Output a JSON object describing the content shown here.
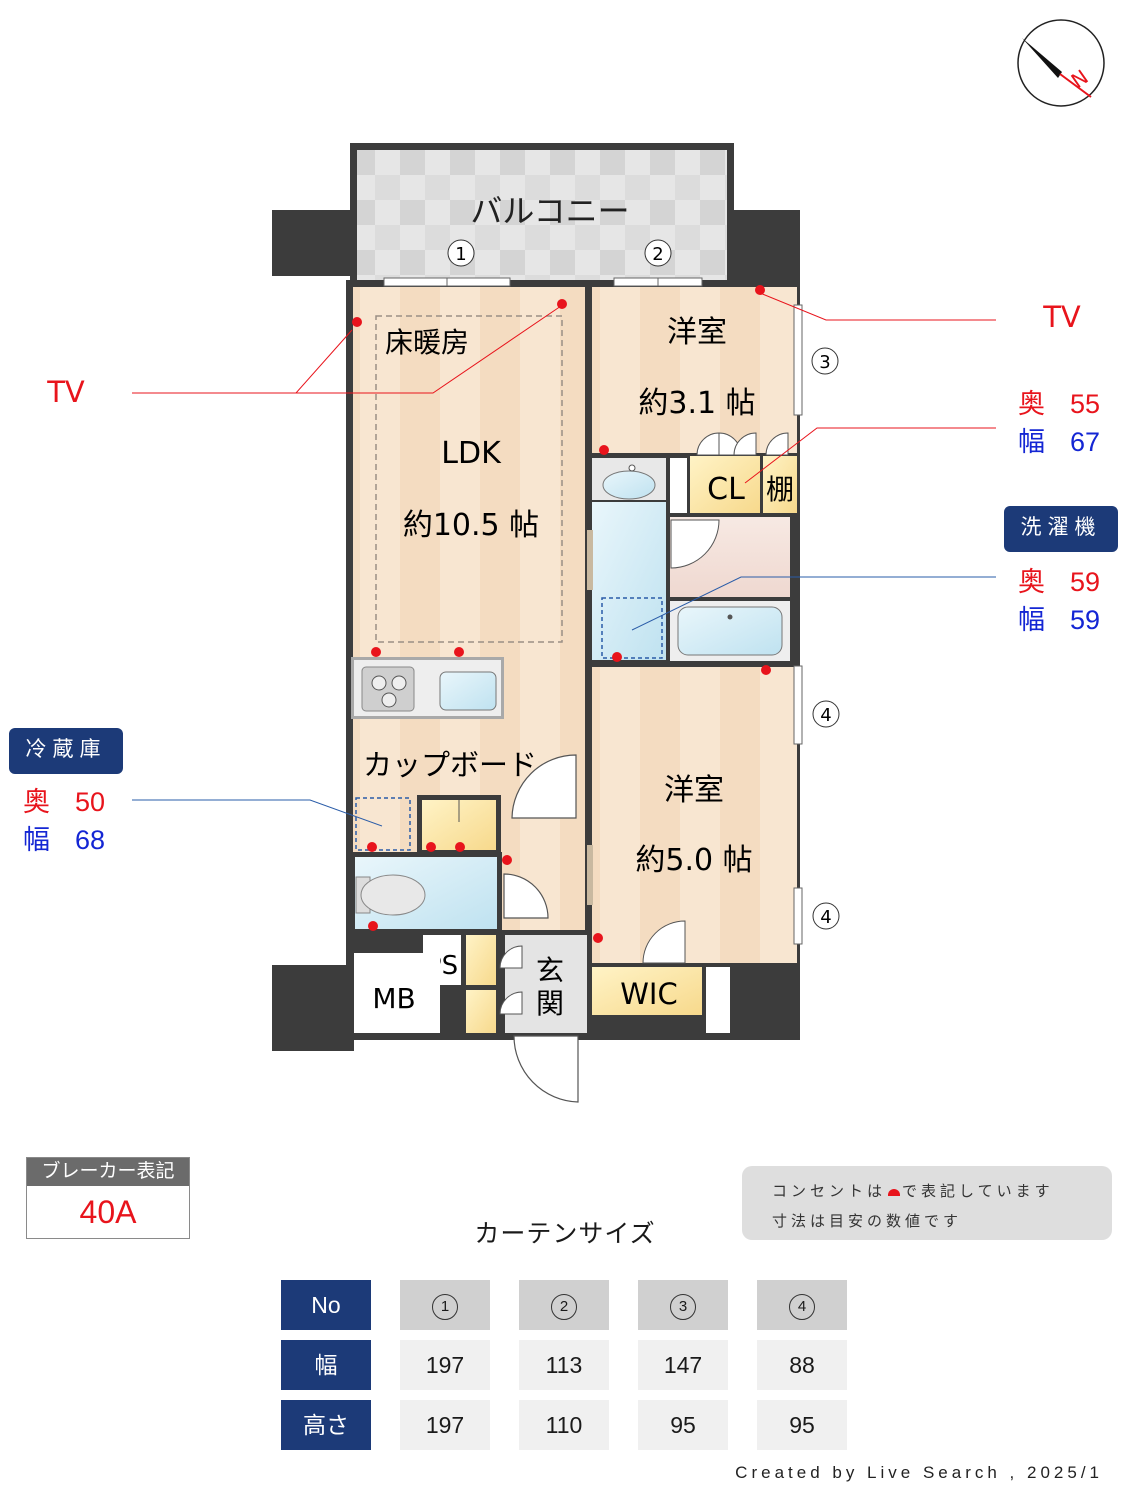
{
  "compass": {
    "label": "N"
  },
  "rooms": {
    "balcony": "バルコニー",
    "floor_heating": "床暖房",
    "ldk_name": "LDK",
    "ldk_size": "約10.5 帖",
    "western1_name": "洋室",
    "western1_size": "約3.1 帖",
    "western2_name": "洋室",
    "western2_size": "約5.0 帖",
    "closet": "CL",
    "shelf": "棚",
    "cupboard": "カップボード",
    "wic": "WIC",
    "ps": "PS",
    "mb": "MB",
    "entrance_1": "玄",
    "entrance_2": "関"
  },
  "window_markers": [
    "1",
    "2",
    "3",
    "4",
    "4"
  ],
  "tv_label": "TV",
  "closet_dims": {
    "depth_label": "奥",
    "depth": "55",
    "width_label": "幅",
    "width": "67"
  },
  "washer": {
    "title": "洗濯機",
    "depth_label": "奥",
    "depth": "59",
    "width_label": "幅",
    "width": "59"
  },
  "fridge": {
    "title": "冷蔵庫",
    "depth_label": "奥",
    "depth": "50",
    "width_label": "幅",
    "width": "68"
  },
  "breaker": {
    "title": "ブレーカー表記",
    "value": "40A"
  },
  "note": {
    "line1_a": "コンセントは",
    "line1_b": "で表記しています",
    "line2": "寸法は目安の数値です"
  },
  "curtain": {
    "title": "カーテンサイズ",
    "row_labels": [
      "No",
      "幅",
      "高さ"
    ],
    "columns": [
      {
        "no": "1",
        "width": "197",
        "height": "197"
      },
      {
        "no": "2",
        "width": "113",
        "height": "110"
      },
      {
        "no": "3",
        "width": "147",
        "height": "95"
      },
      {
        "no": "4",
        "width": "88",
        "height": "95"
      }
    ]
  },
  "credit": "Created by Live Search , 2025/1",
  "colors": {
    "navy": "#1c3a78",
    "red": "#e8141c",
    "blue": "#1426d4",
    "wood": "#f3dcc0",
    "bath": "#cfe9f5",
    "wall": "#3c3c3c"
  }
}
